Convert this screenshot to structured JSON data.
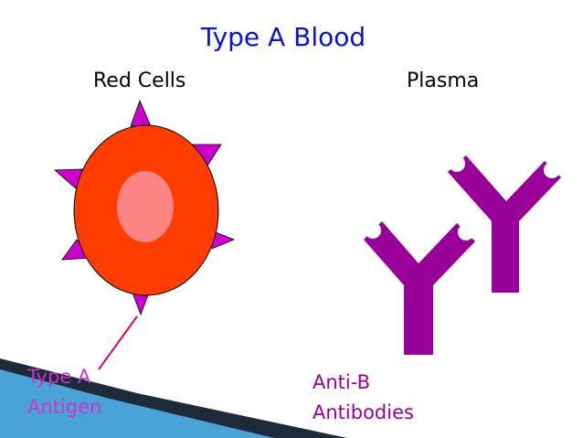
{
  "title": "Type A Blood",
  "labels": {
    "red_cells": "Red Cells",
    "plasma": "Plasma",
    "antigen_line1": "Type A",
    "antigen_line2": "Antigen",
    "antibody_line1": "Anti-B",
    "antibody_line2": "Antibodies"
  },
  "colors": {
    "title": "#0b14c8",
    "red_cell": "#ff3d00",
    "nucleus": "#ff8585",
    "antigen": "#cc00cc",
    "antibody": "#990099",
    "pointer_line": "#e0006e",
    "antigen_text": "#cc33cc",
    "antibody_text": "#990099",
    "swoosh_dark": "#1c2a3a",
    "swoosh_blue": "#4aa3d6"
  }
}
